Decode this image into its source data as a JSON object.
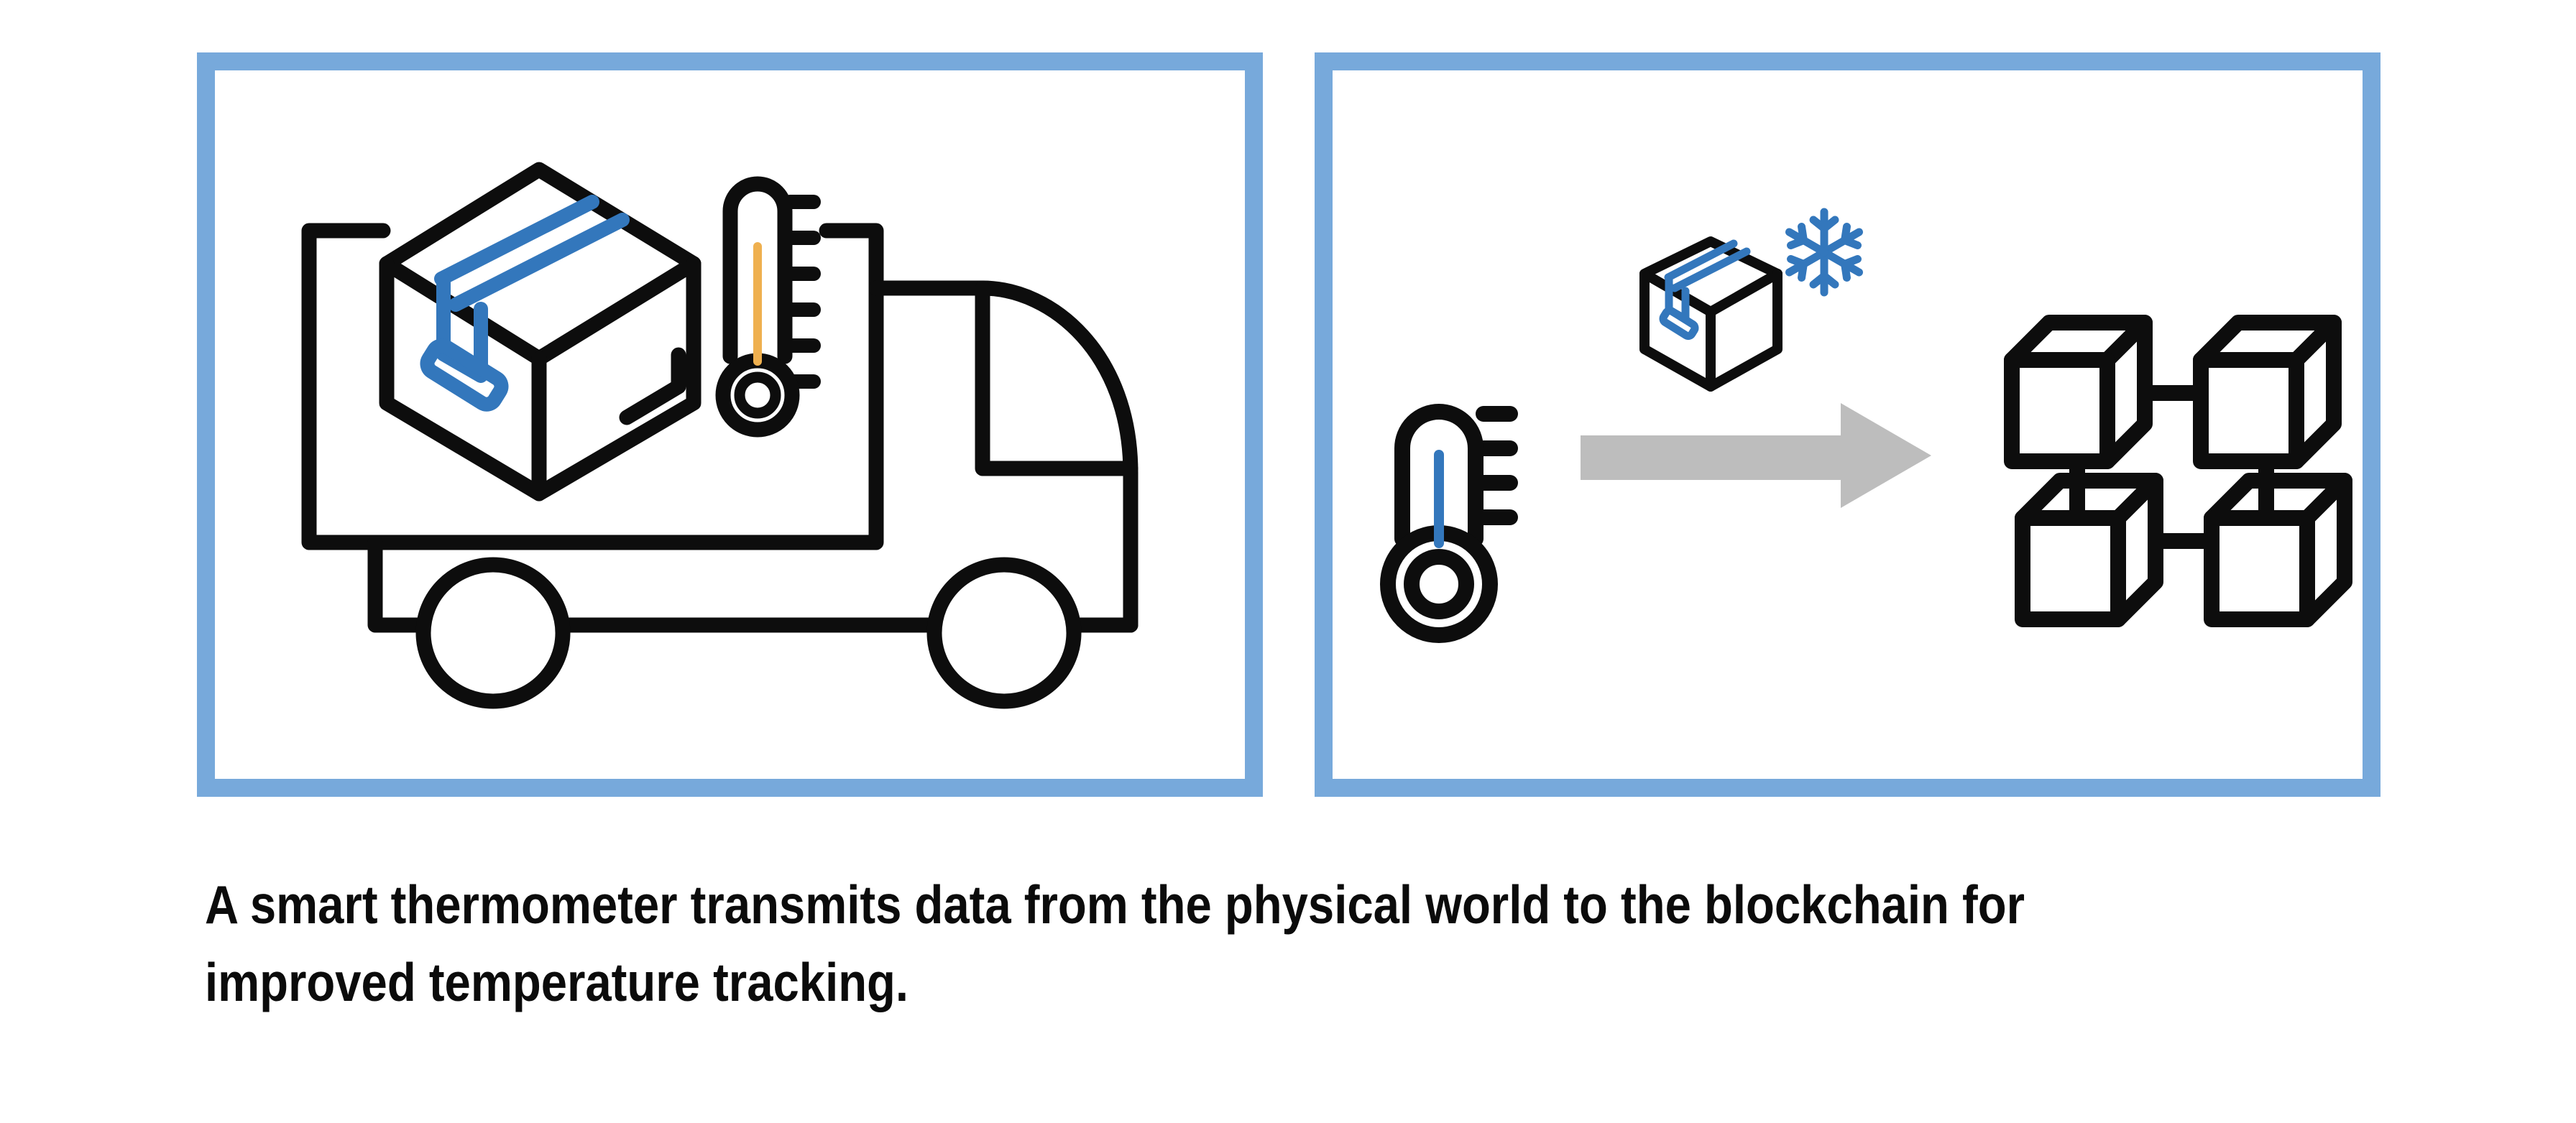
{
  "figure": {
    "type": "two-panel concept illustration",
    "subject": "smart thermometer IoT data flowing to a blockchain"
  },
  "caption": {
    "lines": [
      "A smart thermometer transmits data from the physical world to the blockchain for",
      "improved temperature tracking."
    ]
  },
  "panels": [
    {
      "name": "physical-world-panel",
      "icons": [
        "package-box-icon",
        "thermometer-warm-icon",
        "delivery-truck-icon"
      ]
    },
    {
      "name": "blockchain-panel",
      "icons": [
        "thermometer-cold-icon",
        "frozen-package-icon",
        "snowflake-icon",
        "transfer-arrow-icon",
        "blockchain-cubes-icon"
      ]
    }
  ],
  "colors": {
    "panel_border": "#77A9DB",
    "line_black": "#0D0D0D",
    "accent_blue": "#3377BC",
    "accent_yellow": "#EFB04F",
    "arrow_gray": "#BDBDBD",
    "caption_color": "#0B0B0B"
  }
}
